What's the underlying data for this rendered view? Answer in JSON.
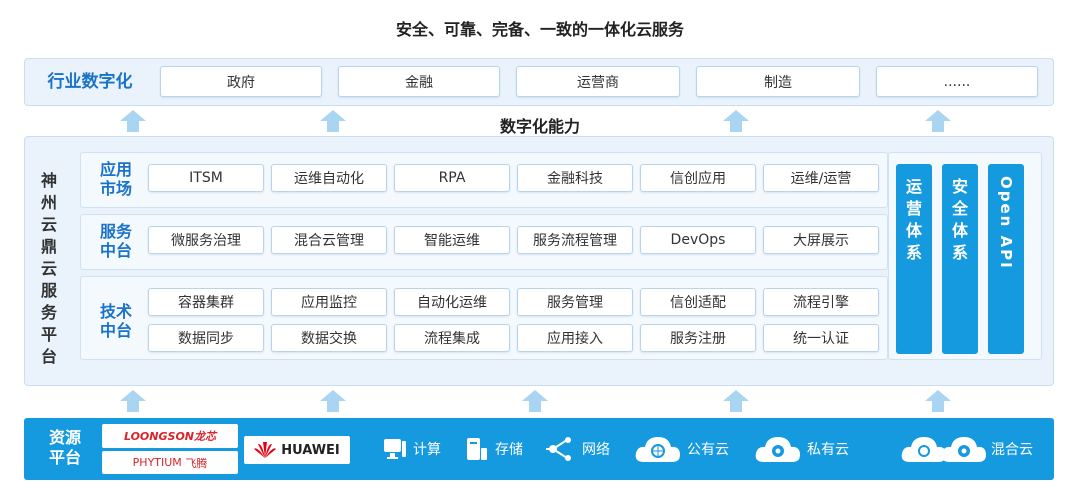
{
  "title": "安全、可靠、完备、一致的一体化云服务",
  "industry": {
    "label": "行业数字化",
    "items": [
      "政府",
      "金融",
      "运营商",
      "制造",
      "......"
    ]
  },
  "capability_label": "数字化能力",
  "platform_label": [
    "神",
    "州",
    "云",
    "鼎",
    "云",
    "服",
    "务",
    "平",
    "台"
  ],
  "rows": {
    "app": {
      "label": "应用\n市场",
      "items": [
        "ITSM",
        "运维自动化",
        "RPA",
        "金融科技",
        "信创应用",
        "运维/运营"
      ]
    },
    "service": {
      "label": "服务\n中台",
      "items": [
        "微服务治理",
        "混合云管理",
        "智能运维",
        "服务流程管理",
        "DevOps",
        "大屏展示"
      ]
    },
    "tech": {
      "label": "技术\n中台",
      "items": [
        "容器集群",
        "应用监控",
        "自动化运维",
        "服务管理",
        "信创适配",
        "流程引擎",
        "数据同步",
        "数据交换",
        "流程集成",
        "应用接入",
        "服务注册",
        "统一认证"
      ]
    }
  },
  "side_bars": [
    {
      "chars": [
        "运",
        "营",
        "体",
        "系"
      ]
    },
    {
      "chars": [
        "安",
        "全",
        "体",
        "系"
      ]
    },
    {
      "text": "Open API"
    }
  ],
  "resource": {
    "label": "资源\n平台",
    "brands": {
      "loongson": "LOONGSON",
      "loongson_cn": "龙芯",
      "phytium": "PHYTIUM",
      "phytium_cn": "飞腾",
      "huawei": "HUAWEI"
    },
    "items": [
      "计算",
      "存储",
      "网络",
      "公有云",
      "私有云",
      "混合云"
    ]
  },
  "colors": {
    "primary": "#1599df",
    "label_blue": "#1a73c8",
    "panel_bg": "#eaf3fb",
    "arrow": "#a9d4f2",
    "loongson_red": "#d8242a",
    "huawei_red": "#e60012"
  }
}
